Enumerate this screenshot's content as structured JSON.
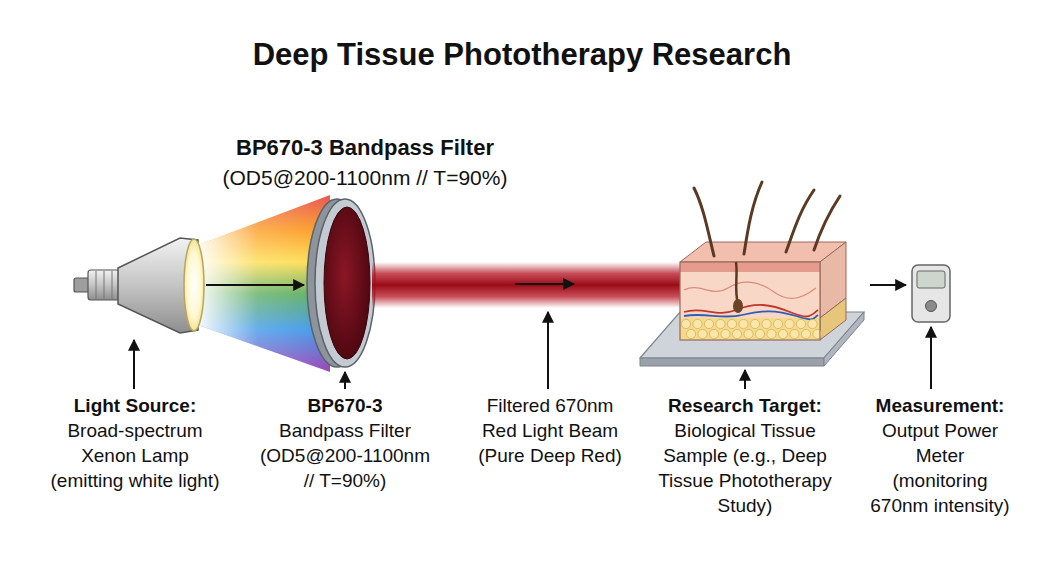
{
  "diagram": {
    "title": "Deep Tissue Phototherapy Research",
    "nodes": [
      {
        "text": [
          "Light Source:",
          "Broad-spectrum Xenon Lamp (emitting white light)"
        ]
      },
      {
        "text": [
          "BP670-3 Bandpass Filter",
          "(OD5@200-1100nm // T=90%)",
          "BP670-3",
          "Bandpass Filter (OD5@200-1100nm // T=90%)"
        ]
      },
      {
        "text": [
          "Research Target:",
          "Biological Tissue Sample (e.g., Deep Tissue Phototherapy Study)"
        ]
      },
      {
        "text": [
          "Measurement:",
          "Output Power Meter (monitoring 670nm intensity)"
        ]
      }
    ],
    "edges": [
      {
        "from": 0,
        "to": 1,
        "arrow": "to"
      },
      {
        "from": 2,
        "to": 3,
        "arrow": "to"
      }
    ],
    "labels": [
      "Filtered 670nm Red Light Beam (Pure Deep Red)"
    ]
  }
}
